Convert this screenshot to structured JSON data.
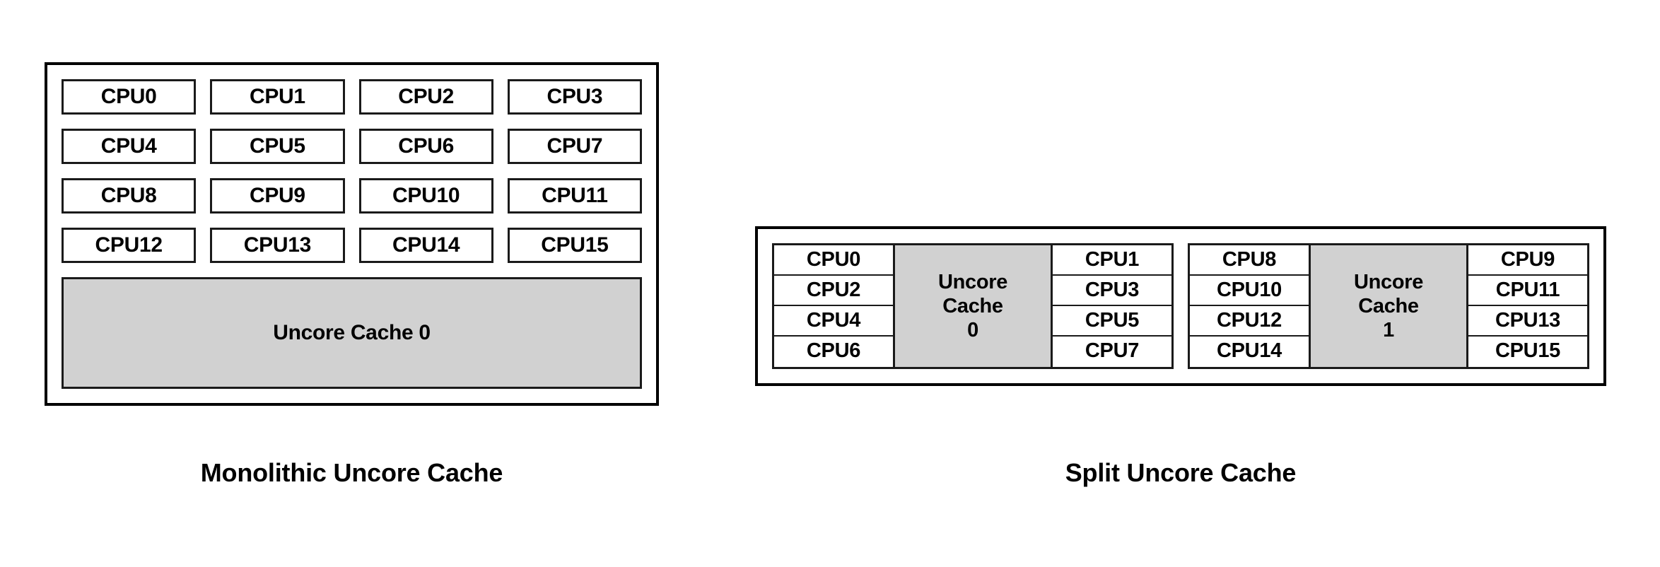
{
  "figures": [
    {
      "id": "monolithic",
      "caption": "Monolithic Uncore Cache",
      "cpu_rows": [
        [
          "CPU0",
          "CPU1",
          "CPU2",
          "CPU3"
        ],
        [
          "CPU4",
          "CPU5",
          "CPU6",
          "CPU7"
        ],
        [
          "CPU8",
          "CPU9",
          "CPU10",
          "CPU11"
        ],
        [
          "CPU12",
          "CPU13",
          "CPU14",
          "CPU15"
        ]
      ],
      "uncore_label": "Uncore Cache 0"
    },
    {
      "id": "split",
      "caption": "Split Uncore Cache",
      "clusters": [
        {
          "left_cpus": [
            "CPU0",
            "CPU2",
            "CPU4",
            "CPU6"
          ],
          "uncore_line1": "Uncore",
          "uncore_line2": "Cache",
          "uncore_line3": "0",
          "right_cpus": [
            "CPU1",
            "CPU3",
            "CPU5",
            "CPU7"
          ]
        },
        {
          "left_cpus": [
            "CPU8",
            "CPU10",
            "CPU12",
            "CPU14"
          ],
          "uncore_line1": "Uncore",
          "uncore_line2": "Cache",
          "uncore_line3": "1",
          "right_cpus": [
            "CPU9",
            "CPU11",
            "CPU13",
            "CPU15"
          ]
        }
      ]
    }
  ],
  "colors": {
    "background": "#ffffff",
    "outline": "#000000",
    "cell_outline": "#1a1a1a",
    "uncore_fill": "#d1d1d1",
    "text": "#000000"
  }
}
